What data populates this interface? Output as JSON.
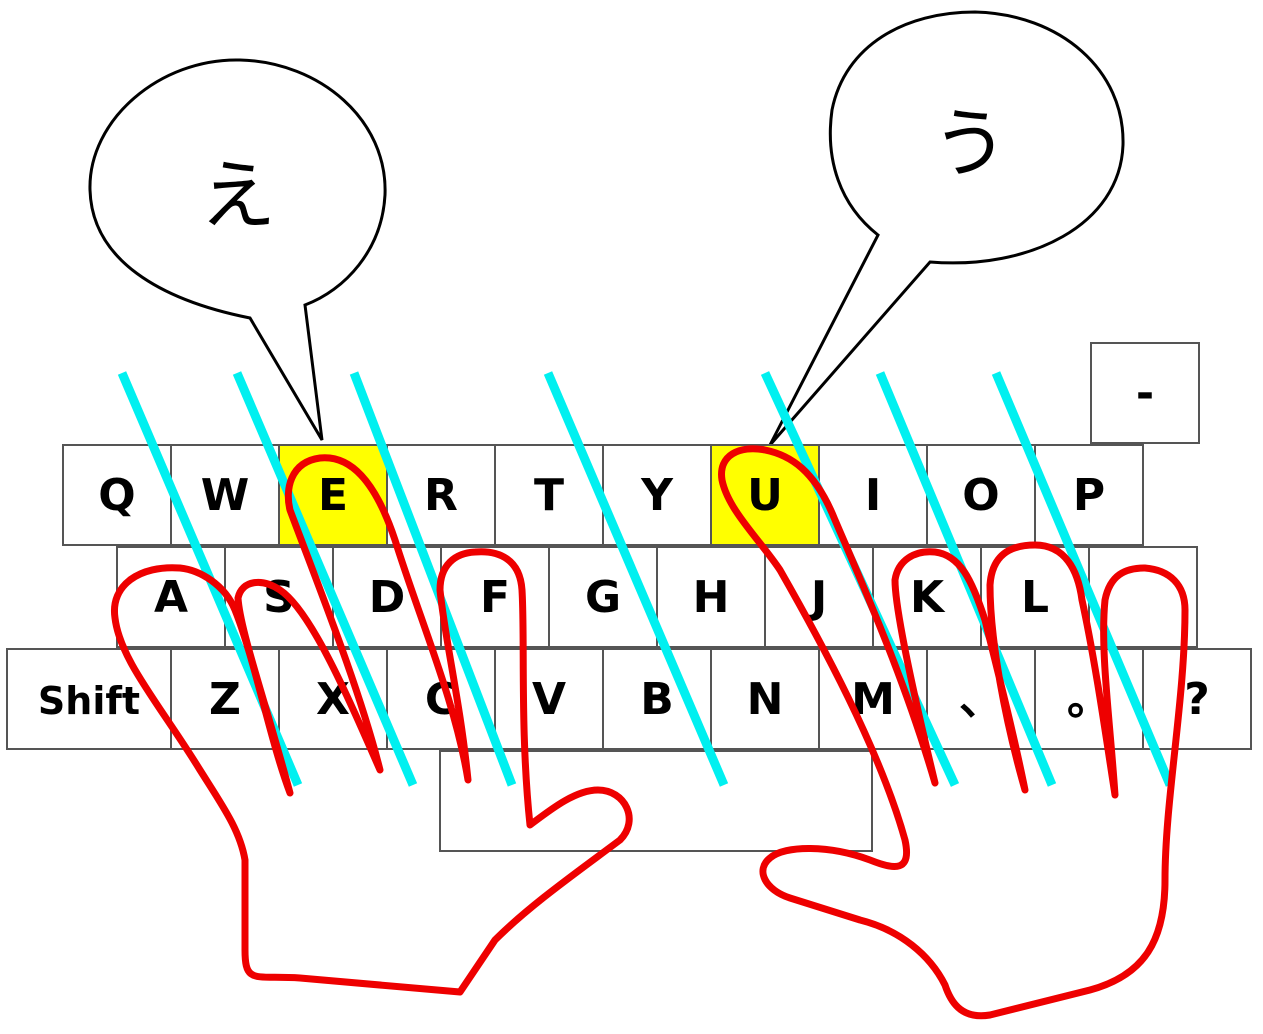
{
  "colors": {
    "key_fill": "#ffffff",
    "key_stroke": "#555555",
    "key_highlight": "#ffff00",
    "guide_line": "#00f0f0",
    "hand_outline": "#ee0000",
    "bubble_stroke": "#000000"
  },
  "bubbles": {
    "left": {
      "text": "え",
      "points_to": "E"
    },
    "right": {
      "text": "う",
      "points_to": "U"
    }
  },
  "keyboard": {
    "extra_key": "-",
    "row_top": [
      {
        "label": "Q"
      },
      {
        "label": "W"
      },
      {
        "label": "E",
        "highlight": true
      },
      {
        "label": "R"
      },
      {
        "label": "T"
      },
      {
        "label": "Y"
      },
      {
        "label": "U",
        "highlight": true
      },
      {
        "label": "I"
      },
      {
        "label": "O"
      },
      {
        "label": "P"
      }
    ],
    "row_home": [
      {
        "label": "A"
      },
      {
        "label": "S"
      },
      {
        "label": "D"
      },
      {
        "label": "F"
      },
      {
        "label": "G"
      },
      {
        "label": "H"
      },
      {
        "label": "J"
      },
      {
        "label": "K"
      },
      {
        "label": "L"
      },
      {
        "label": ""
      }
    ],
    "row_bottom": [
      {
        "label": "Shift"
      },
      {
        "label": "Z"
      },
      {
        "label": "X"
      },
      {
        "label": "C"
      },
      {
        "label": "V"
      },
      {
        "label": "B"
      },
      {
        "label": "N"
      },
      {
        "label": "M"
      },
      {
        "label": "、"
      },
      {
        "label": "。"
      },
      {
        "label": "?"
      }
    ],
    "space_label": ""
  },
  "hands": [
    "left-hand",
    "right-hand"
  ]
}
